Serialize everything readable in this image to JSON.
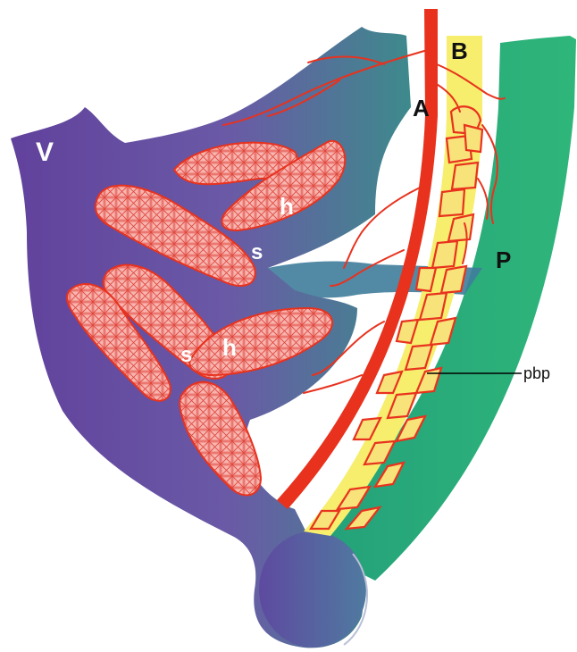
{
  "labels": {
    "V": "V",
    "A": "A",
    "B": "B",
    "P": "P",
    "h_upper": "h",
    "h_lower": "h",
    "s_upper": "s",
    "s_lower": "s",
    "pbp": "pbp"
  },
  "colors": {
    "vein_purple": "#6b4aa0",
    "portal_green": "#2bb27a",
    "artery_red": "#e8321e",
    "bile_yellow": "#f6ee6c",
    "hepatocyte_fill": "#f08a84",
    "label_white": "#ffffff",
    "label_black": "#111111"
  }
}
